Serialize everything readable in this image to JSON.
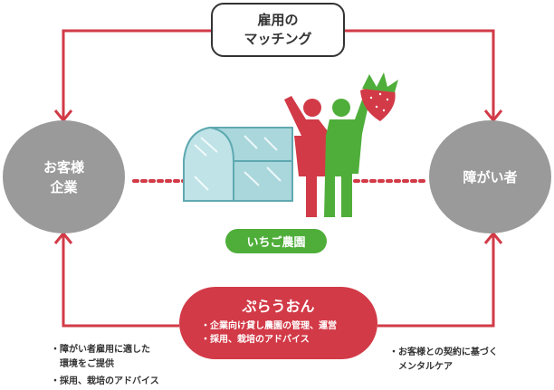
{
  "matching": {
    "label": "雇用の\nマッチング"
  },
  "left_circle": {
    "label": "お客様\n企業"
  },
  "right_circle": {
    "label": "障がい者"
  },
  "farm": {
    "label": "いちご農園"
  },
  "company": {
    "name": "ぷらうおん",
    "items": [
      "・企業向け貸し農園の管理、運営",
      "・採用、栽培のアドバイス"
    ]
  },
  "left_notes": [
    "・障がい者雇用に適した\n　環境をご提供",
    "・採用、栽培のアドバイス"
  ],
  "right_note": "・お客様との契約に基づく\n　メンタルケア",
  "colors": {
    "red": "#d23a47",
    "gray": "#9a9a9a",
    "green": "#4fae3a",
    "greenhouse": "#a9d7dc"
  }
}
